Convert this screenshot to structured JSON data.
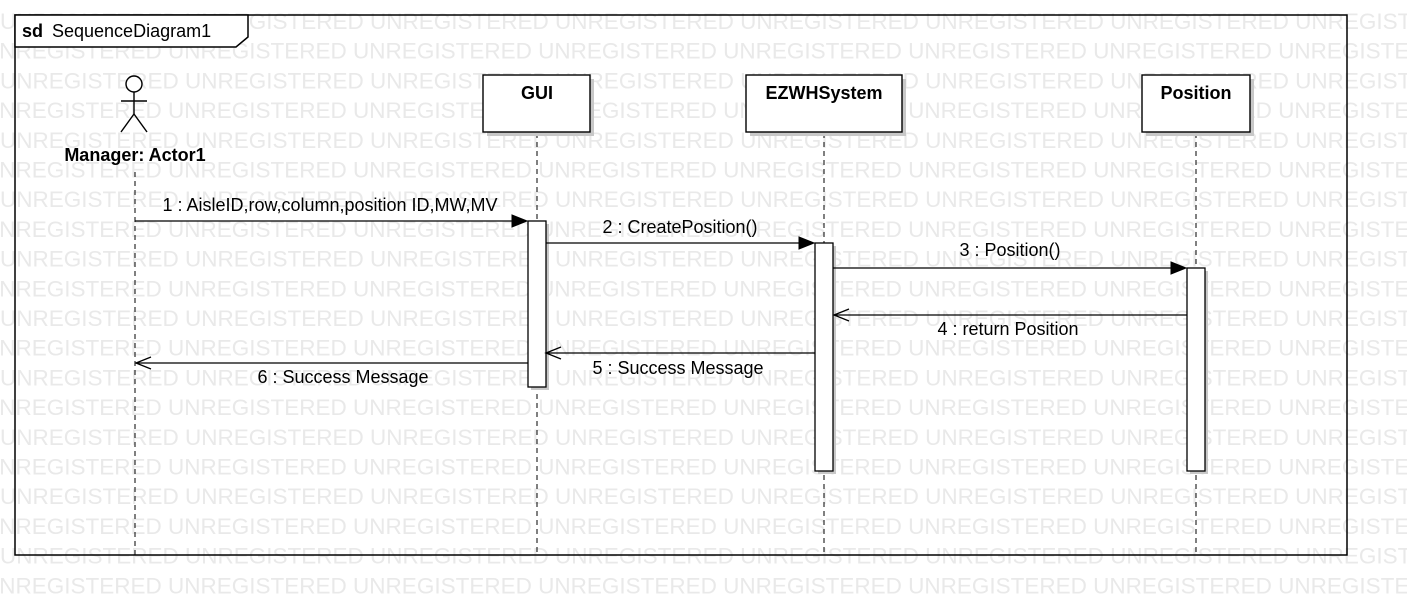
{
  "watermark": {
    "text": "UNREGISTERED",
    "color": "#e9e9e9"
  },
  "frame": {
    "keyword": "sd",
    "name": "SequenceDiagram1"
  },
  "participants": [
    {
      "id": "actor",
      "kind": "actor",
      "name": "Manager: Actor1",
      "icon": "stick-figure-icon"
    },
    {
      "id": "gui",
      "kind": "object",
      "name": "GUI"
    },
    {
      "id": "system",
      "kind": "object",
      "name": "EZWHSystem"
    },
    {
      "id": "position",
      "kind": "object",
      "name": "Position"
    }
  ],
  "messages": [
    {
      "number": 1,
      "label": "1 : AisleID,row,column,position ID,MW,MV",
      "from": "actor",
      "to": "gui",
      "kind": "call"
    },
    {
      "number": 2,
      "label": "2 : CreatePosition()",
      "from": "gui",
      "to": "system",
      "kind": "call"
    },
    {
      "number": 3,
      "label": "3 : Position()",
      "from": "system",
      "to": "position",
      "kind": "call"
    },
    {
      "number": 4,
      "label": "4 : return Position",
      "from": "position",
      "to": "system",
      "kind": "reply"
    },
    {
      "number": 5,
      "label": "5 : Success Message",
      "from": "system",
      "to": "gui",
      "kind": "reply"
    },
    {
      "number": 6,
      "label": "6 : Success Message",
      "from": "gui",
      "to": "actor",
      "kind": "reply"
    }
  ],
  "colors": {
    "line": "#000000",
    "background": "#ffffff",
    "shadow": "#c8c8c8"
  }
}
